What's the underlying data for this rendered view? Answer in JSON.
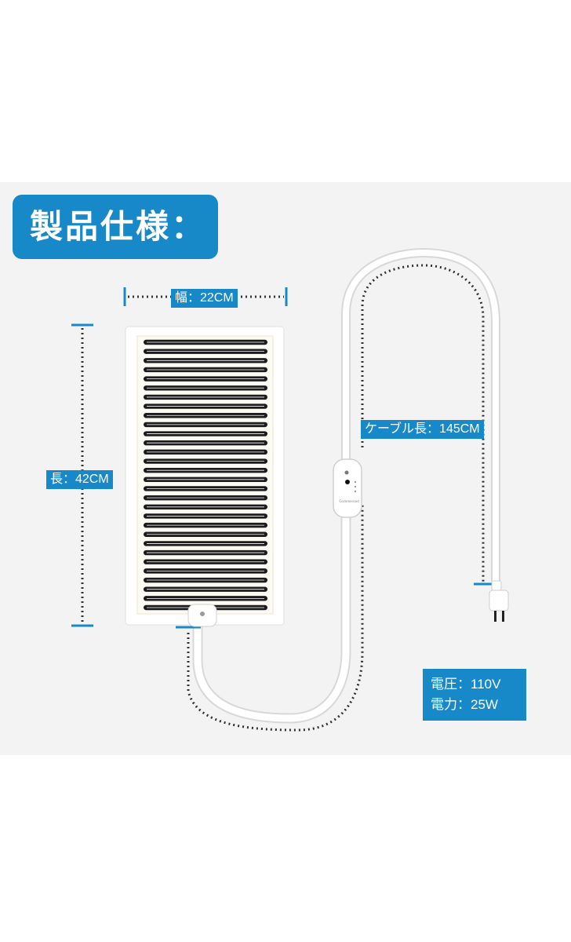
{
  "title": "製品仕様：",
  "labels": {
    "width": "幅：22CM",
    "length": "長：42CM",
    "cable": "ケーブル長：145CM"
  },
  "specs": {
    "voltage": "電圧：110V",
    "power": "電力：25W"
  },
  "controller_brand": "Cozorearoad",
  "colors": {
    "accent": "#1789c8",
    "background_panel": "#f3f3f4",
    "heater_stripe": "#1c1c1c",
    "cable": "#ffffff"
  },
  "product": {
    "stripe_count": 30,
    "stripe_rows_note": "heating film element"
  }
}
